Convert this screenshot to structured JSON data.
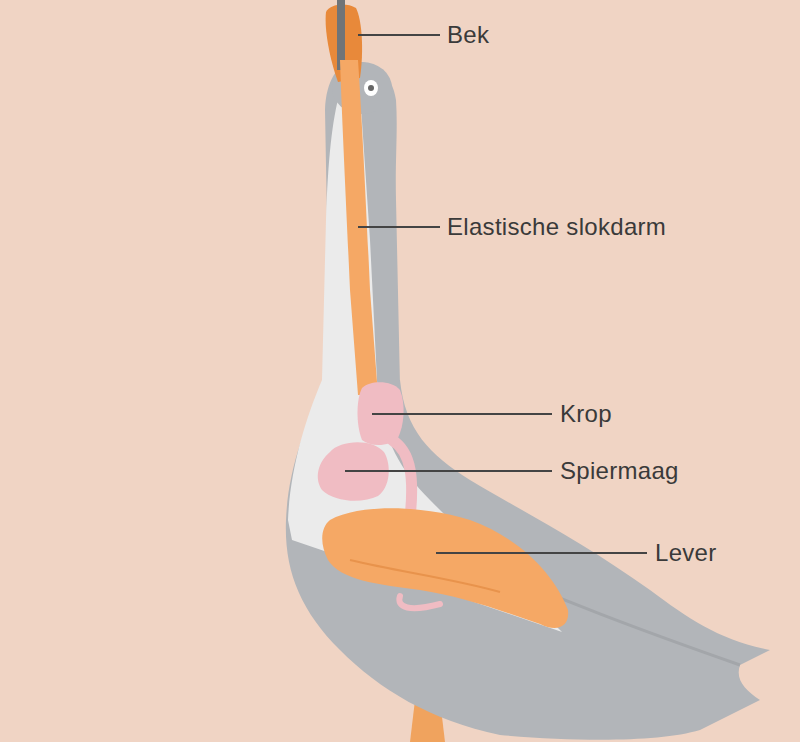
{
  "diagram": {
    "labels": [
      "Bek",
      "Elastische slokdarm",
      "Krop",
      "Spiermaag",
      "Lever"
    ]
  }
}
